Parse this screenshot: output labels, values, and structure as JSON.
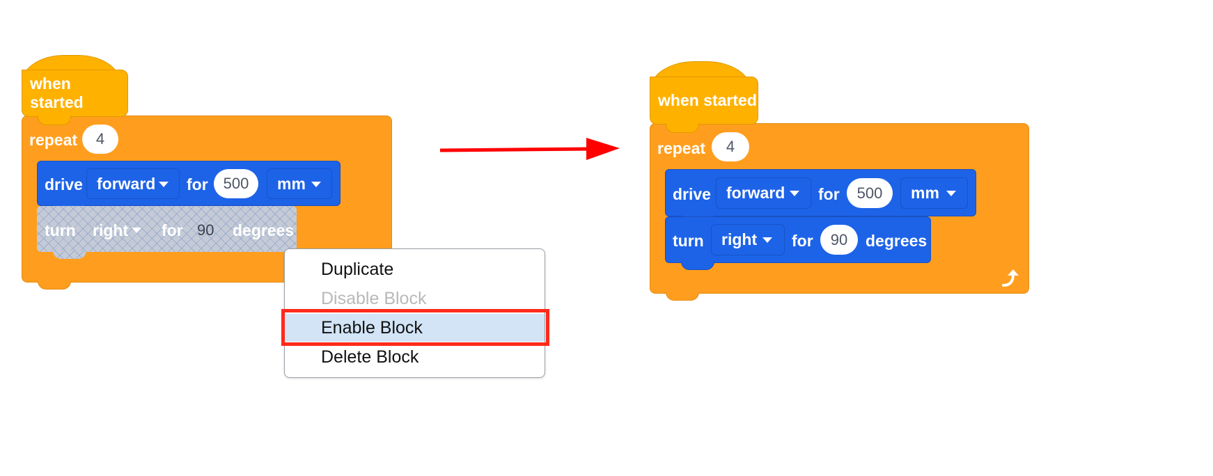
{
  "before": {
    "hat_label": "when started",
    "repeat_label": "repeat",
    "repeat_count": "4",
    "drive": {
      "label": "drive",
      "direction": "forward",
      "for_label": "for",
      "distance": "500",
      "unit": "mm"
    },
    "turn": {
      "label": "turn",
      "direction": "right",
      "for_label": "for",
      "angle": "90",
      "unit": "degrees",
      "state": "disabled"
    }
  },
  "context_menu": {
    "items": [
      {
        "label": "Duplicate",
        "enabled": true
      },
      {
        "label": "Disable Block",
        "enabled": false
      },
      {
        "label": "Enable Block",
        "enabled": true,
        "highlighted": true
      },
      {
        "label": "Delete Block",
        "enabled": true
      }
    ]
  },
  "after": {
    "hat_label": "when started",
    "repeat_label": "repeat",
    "repeat_count": "4",
    "drive": {
      "label": "drive",
      "direction": "forward",
      "for_label": "for",
      "distance": "500",
      "unit": "mm"
    },
    "turn": {
      "label": "turn",
      "direction": "right",
      "for_label": "for",
      "angle": "90",
      "unit": "degrees"
    }
  },
  "colors": {
    "hat": "#FFB100",
    "control": "#FF9E1E",
    "motion": "#1D63E8",
    "menu_highlight": "#D2E4F6",
    "callout": "#FF2A1A",
    "arrow": "#FF0000"
  },
  "icons": [
    "caret-down-icon",
    "loop-arrow-icon",
    "arrow-right-icon"
  ]
}
